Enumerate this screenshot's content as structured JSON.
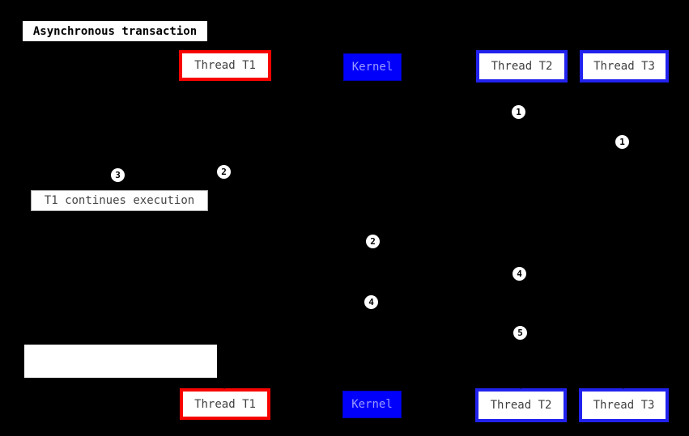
{
  "diagram": {
    "title": "Asynchronous transaction",
    "participants": [
      {
        "label": "Thread T1",
        "role": "thread",
        "accent": "#ff0000"
      },
      {
        "label": "Kernel",
        "role": "kernel",
        "accent": "#0000ff"
      },
      {
        "label": "Thread T2",
        "role": "thread",
        "accent": "#2222ee"
      },
      {
        "label": "Thread T3",
        "role": "thread",
        "accent": "#2222ee"
      }
    ],
    "notes": [
      {
        "text": "T1 continues execution"
      },
      {
        "text": ""
      }
    ],
    "markers": [
      {
        "label": "1"
      },
      {
        "label": "1"
      },
      {
        "label": "2"
      },
      {
        "label": "3"
      },
      {
        "label": "2"
      },
      {
        "label": "4"
      },
      {
        "label": "4"
      },
      {
        "label": "5"
      }
    ],
    "colors": {
      "background": "#000000",
      "t1_border": "#f70400",
      "thread_border": "#2222ee",
      "kernel_bg": "#0101fb",
      "kernel_text": "#9a9aff",
      "box_bg": "#ffffff",
      "box_text": "#3f3f3f",
      "note_text": "#464646",
      "marker_bg": "#ffffff",
      "marker_text": "#000000"
    }
  }
}
